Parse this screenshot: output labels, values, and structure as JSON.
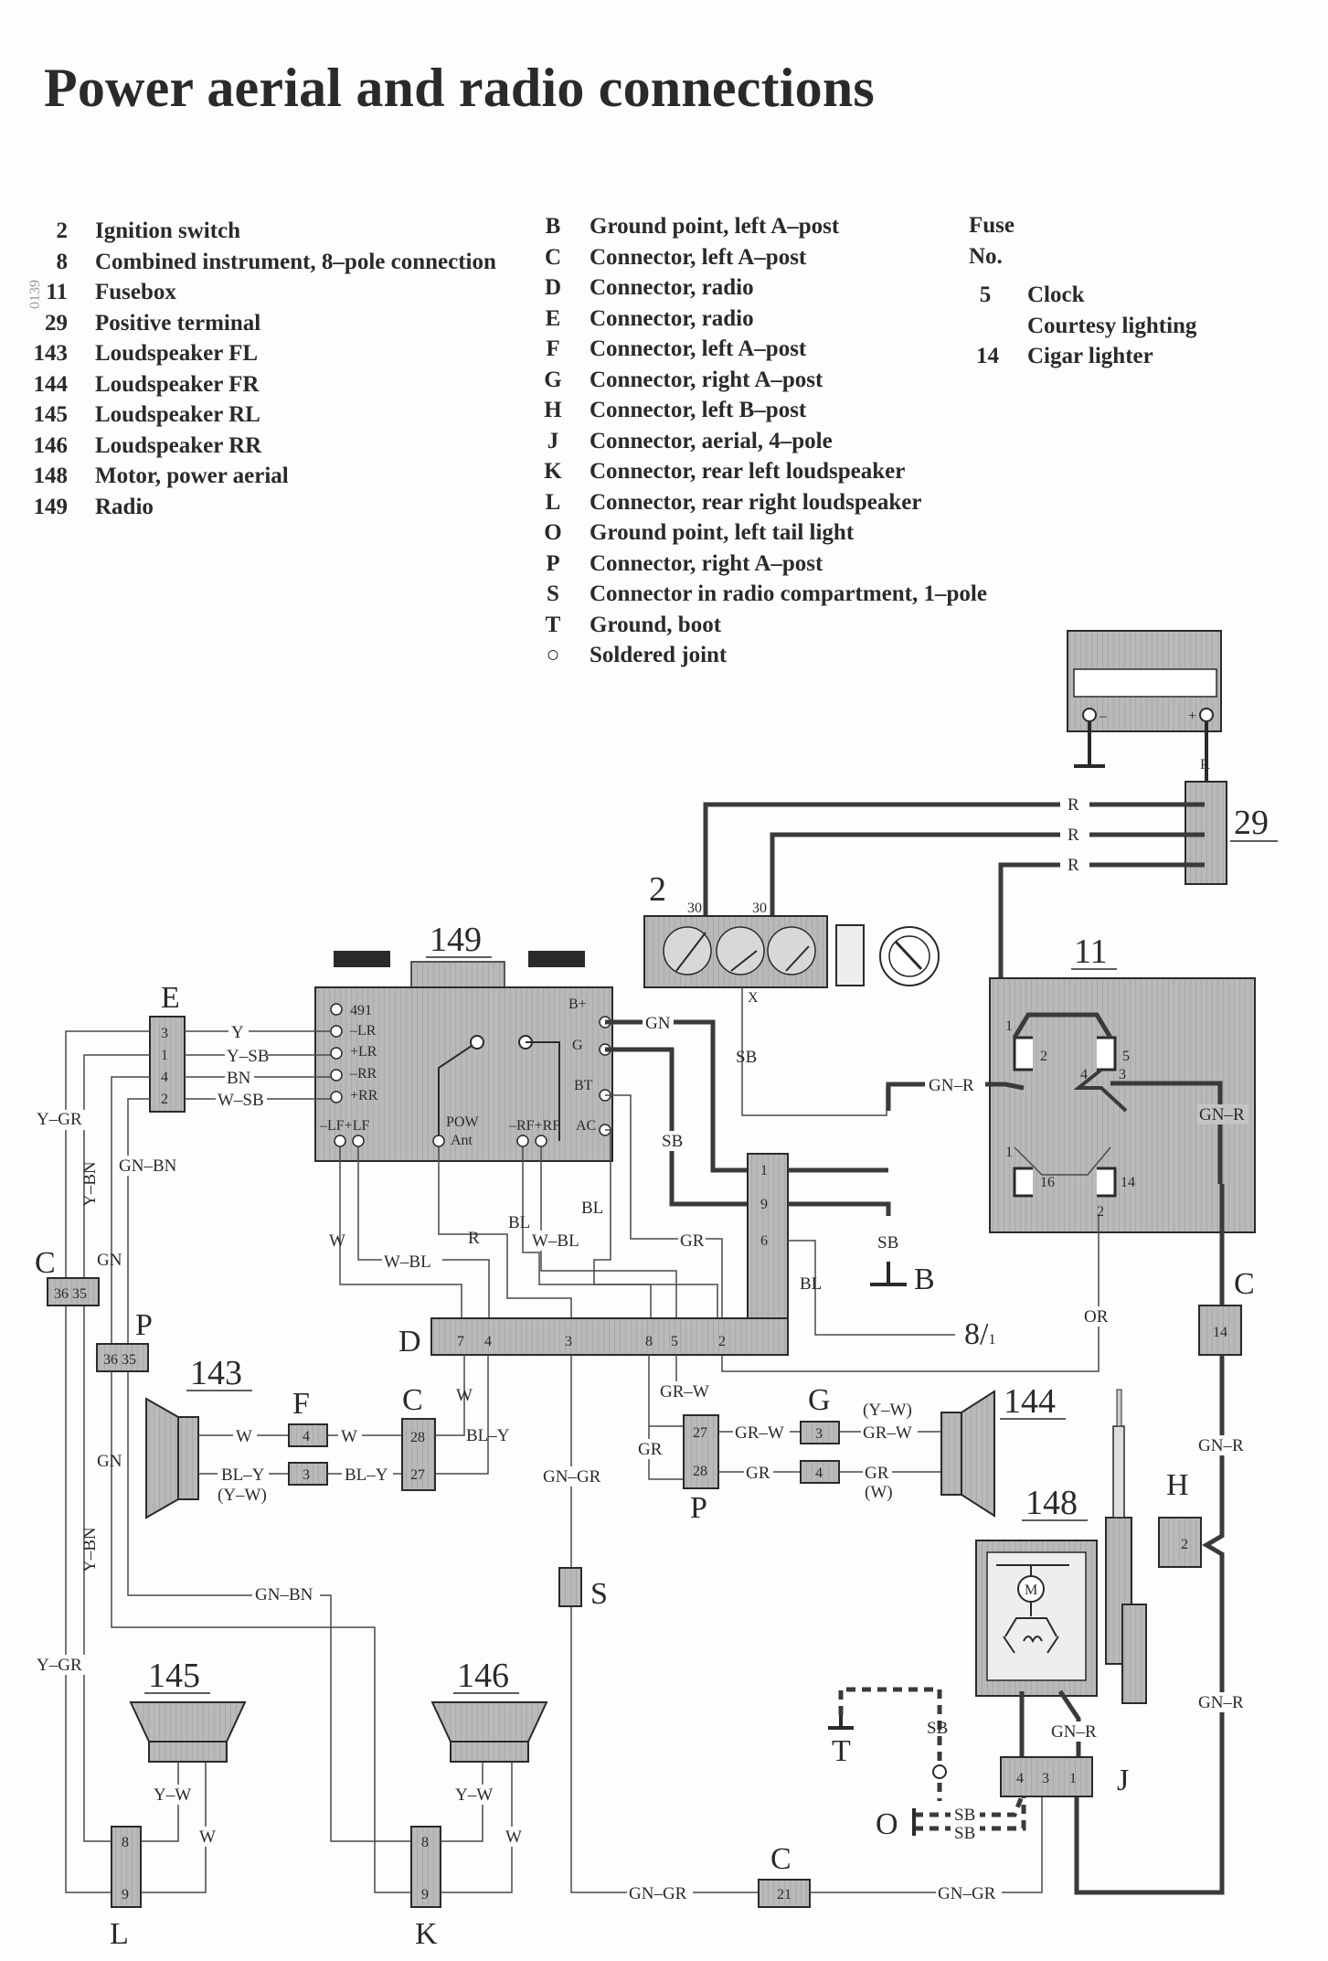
{
  "title": "Power aerial and radio connections",
  "legend_components": [
    {
      "num": "2",
      "label": "Ignition switch"
    },
    {
      "num": "8",
      "label": "Combined instrument, 8–pole connection"
    },
    {
      "num": "11",
      "label": "Fusebox"
    },
    {
      "num": "29",
      "label": "Positive terminal"
    },
    {
      "num": "143",
      "label": "Loudspeaker FL"
    },
    {
      "num": "144",
      "label": "Loudspeaker FR"
    },
    {
      "num": "145",
      "label": "Loudspeaker RL"
    },
    {
      "num": "146",
      "label": "Loudspeaker RR"
    },
    {
      "num": "148",
      "label": "Motor, power aerial"
    },
    {
      "num": "149",
      "label": "Radio"
    }
  ],
  "legend_connectors": [
    {
      "code": "B",
      "label": "Ground point, left A–post"
    },
    {
      "code": "C",
      "label": "Connector, left A–post"
    },
    {
      "code": "D",
      "label": "Connector, radio"
    },
    {
      "code": "E",
      "label": "Connector, radio"
    },
    {
      "code": "F",
      "label": "Connector, left A–post"
    },
    {
      "code": "G",
      "label": "Connector, right A–post"
    },
    {
      "code": "H",
      "label": "Connector, left B–post"
    },
    {
      "code": "J",
      "label": "Connector, aerial, 4–pole"
    },
    {
      "code": "K",
      "label": "Connector, rear left loudspeaker"
    },
    {
      "code": "L",
      "label": "Connector, rear right loudspeaker"
    },
    {
      "code": "O",
      "label": "Ground point, left tail light"
    },
    {
      "code": "P",
      "label": "Connector, right A–post"
    },
    {
      "code": "S",
      "label": "Connector in radio compartment, 1–pole"
    },
    {
      "code": "T",
      "label": "Ground, boot"
    },
    {
      "code": "○",
      "label": "Soldered joint"
    }
  ],
  "fuse_header": {
    "line1": "Fuse",
    "line2": "No."
  },
  "legend_fuses": [
    {
      "num": "5",
      "label": "Clock"
    },
    {
      "num": "",
      "label": "Courtesy lighting"
    },
    {
      "num": "14",
      "label": "Cigar lighter"
    }
  ],
  "side_mark": "0139",
  "component_labels": {
    "radio": "149",
    "ignition": "2",
    "fusebox": "11",
    "positive": "29",
    "spk_fl": "143",
    "spk_fr": "144",
    "spk_rl": "145",
    "spk_rr": "146",
    "motor": "148"
  },
  "connector_labels": {
    "E": "E",
    "C_left": "C",
    "P_left": "P",
    "F": "F",
    "C_mid": "C",
    "D": "D",
    "S": "S",
    "G": "G",
    "P_right": "P",
    "B": "B",
    "C_right": "C",
    "H": "H",
    "J": "J",
    "T": "T",
    "O": "O",
    "C_bottom": "C",
    "L": "L",
    "K": "K",
    "instr": "8/"
  },
  "instr_suffix": "1",
  "pins": {
    "E": [
      "3",
      "1",
      "4",
      "2"
    ],
    "C_left": "36 35",
    "P_left": "36 35",
    "F": [
      "4",
      "3"
    ],
    "C_mid": [
      "28",
      "27"
    ],
    "G": [
      "3",
      "4"
    ],
    "P_right": [
      "27",
      "28"
    ],
    "D": [
      "7",
      "4",
      "3",
      "8",
      "5",
      "2"
    ],
    "C8": [
      "1",
      "9",
      "6"
    ],
    "C_right": "14",
    "H": "2",
    "J": [
      "4",
      "3",
      "1"
    ],
    "C_bottom": "21",
    "L": [
      "8",
      "9"
    ],
    "K": [
      "8",
      "9"
    ],
    "fuse": [
      "1",
      "2",
      "5",
      "4",
      "3",
      "1",
      "16",
      "14",
      "2"
    ],
    "ign_30a": "30",
    "ign_30b": "30",
    "ign_x": "X"
  },
  "radio_terminals": {
    "left": [
      "491",
      "–LR",
      "+LR",
      "–RR",
      "+RR"
    ],
    "right": [
      "B+",
      "G",
      "BT",
      "AC"
    ],
    "bottom_left": "–LF+LF",
    "pow": "POW",
    "ant": "Ant",
    "bottom_right": "–RF+RF"
  },
  "battery_terminals": {
    "neg": "–",
    "pos": "+"
  },
  "motor_symbol": "M",
  "wire_labels": {
    "e_y": "Y",
    "e_ysb": "Y–SB",
    "e_bn": "BN",
    "e_wsb": "W–SB",
    "ygr_top": "Y–GR",
    "ybn_top": "Y–BN",
    "gnbn_top": "GN–BN",
    "gn_c": "GN",
    "gn_p": "GN",
    "ybn_low": "Y–BN",
    "gnbn_low": "GN–BN",
    "ygr_low": "Y–GR",
    "w_radio": "W",
    "wbl_radio": "W–BL",
    "r_radio": "R",
    "bl_a": "BL",
    "wbl_b": "W–BL",
    "bl_b": "BL",
    "gr_radio": "GR",
    "gn_g": "GN",
    "sb_bt": "SB",
    "sb_ign": "SB",
    "sb_gnd": "SB",
    "bl_instr": "BL",
    "gnr_fuse": "GN–R",
    "gnr_right": "GN–R",
    "or_fuse": "OR",
    "r1": "R",
    "r2": "R",
    "r3": "R",
    "r_bat": "R",
    "fl_w1": "W",
    "fl_w2": "W",
    "fl_bly1": "BL–Y",
    "fl_yw": "(Y–W)",
    "fl_bly2": "BL–Y",
    "c_w": "W",
    "c_bly": "BL–Y",
    "grw_d": "GR–W",
    "gr_d": "GR",
    "grw_p": "GR–W",
    "gr_p": "GR",
    "fr_yw": "(Y–W)",
    "fr_grw": "GR–W",
    "fr_gr": "GR",
    "fr_w": "(W)",
    "gngr_s": "GN–GR",
    "gnr_h1": "GN–R",
    "gnr_h2": "GN–R",
    "gnr_j": "GN–R",
    "sb_j": "SB",
    "sb_o1": "SB",
    "sb_o2": "SB",
    "gngr_b1": "GN–GR",
    "gngr_b2": "GN–GR",
    "rl_yw": "Y–W",
    "rl_w": "W",
    "rr_yw": "Y–W",
    "rr_w": "W"
  }
}
